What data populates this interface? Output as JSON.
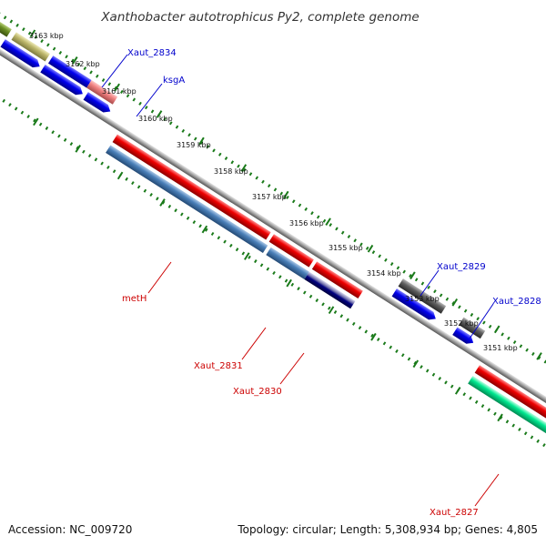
{
  "title": "Xanthobacter autotrophicus Py2, complete genome",
  "footer": {
    "accession": "Accession: NC_009720",
    "summary": "Topology: circular; Length: 5,308,934 bp; Genes: 4,805"
  },
  "ticks": [
    "3163 kbp",
    "3162 kbp",
    "3161 kbp",
    "3160 kbp",
    "3159 kbp",
    "3158 kbp",
    "3157 kbp",
    "3156 kbp",
    "3155 kbp",
    "3154 kbp",
    "3153 kbp",
    "3152 kbp",
    "3151 kbp"
  ],
  "gene_labels": {
    "xaut_2834": "Xaut_2834",
    "ksgA": "ksgA",
    "metH": "metH",
    "xaut_2831": "Xaut_2831",
    "xaut_2830": "Xaut_2830",
    "xaut_2829": "Xaut_2829",
    "xaut_2828": "Xaut_2828",
    "xaut_2827": "Xaut_2827"
  },
  "colors": {
    "backbone": "#808080",
    "tick": "#1a7a1a",
    "forward_label": "#0000cc",
    "reverse_label": "#cc0000",
    "feature_blue": "#0000e6",
    "feature_red": "#ee0000",
    "feature_steelblue": "#4a7fb8",
    "feature_olive": "#6b8e23",
    "feature_khaki": "#bdb76b",
    "feature_salmon": "#f08080",
    "feature_navy": "#000080",
    "feature_gray": "#606060",
    "feature_springgreen": "#00e890"
  }
}
